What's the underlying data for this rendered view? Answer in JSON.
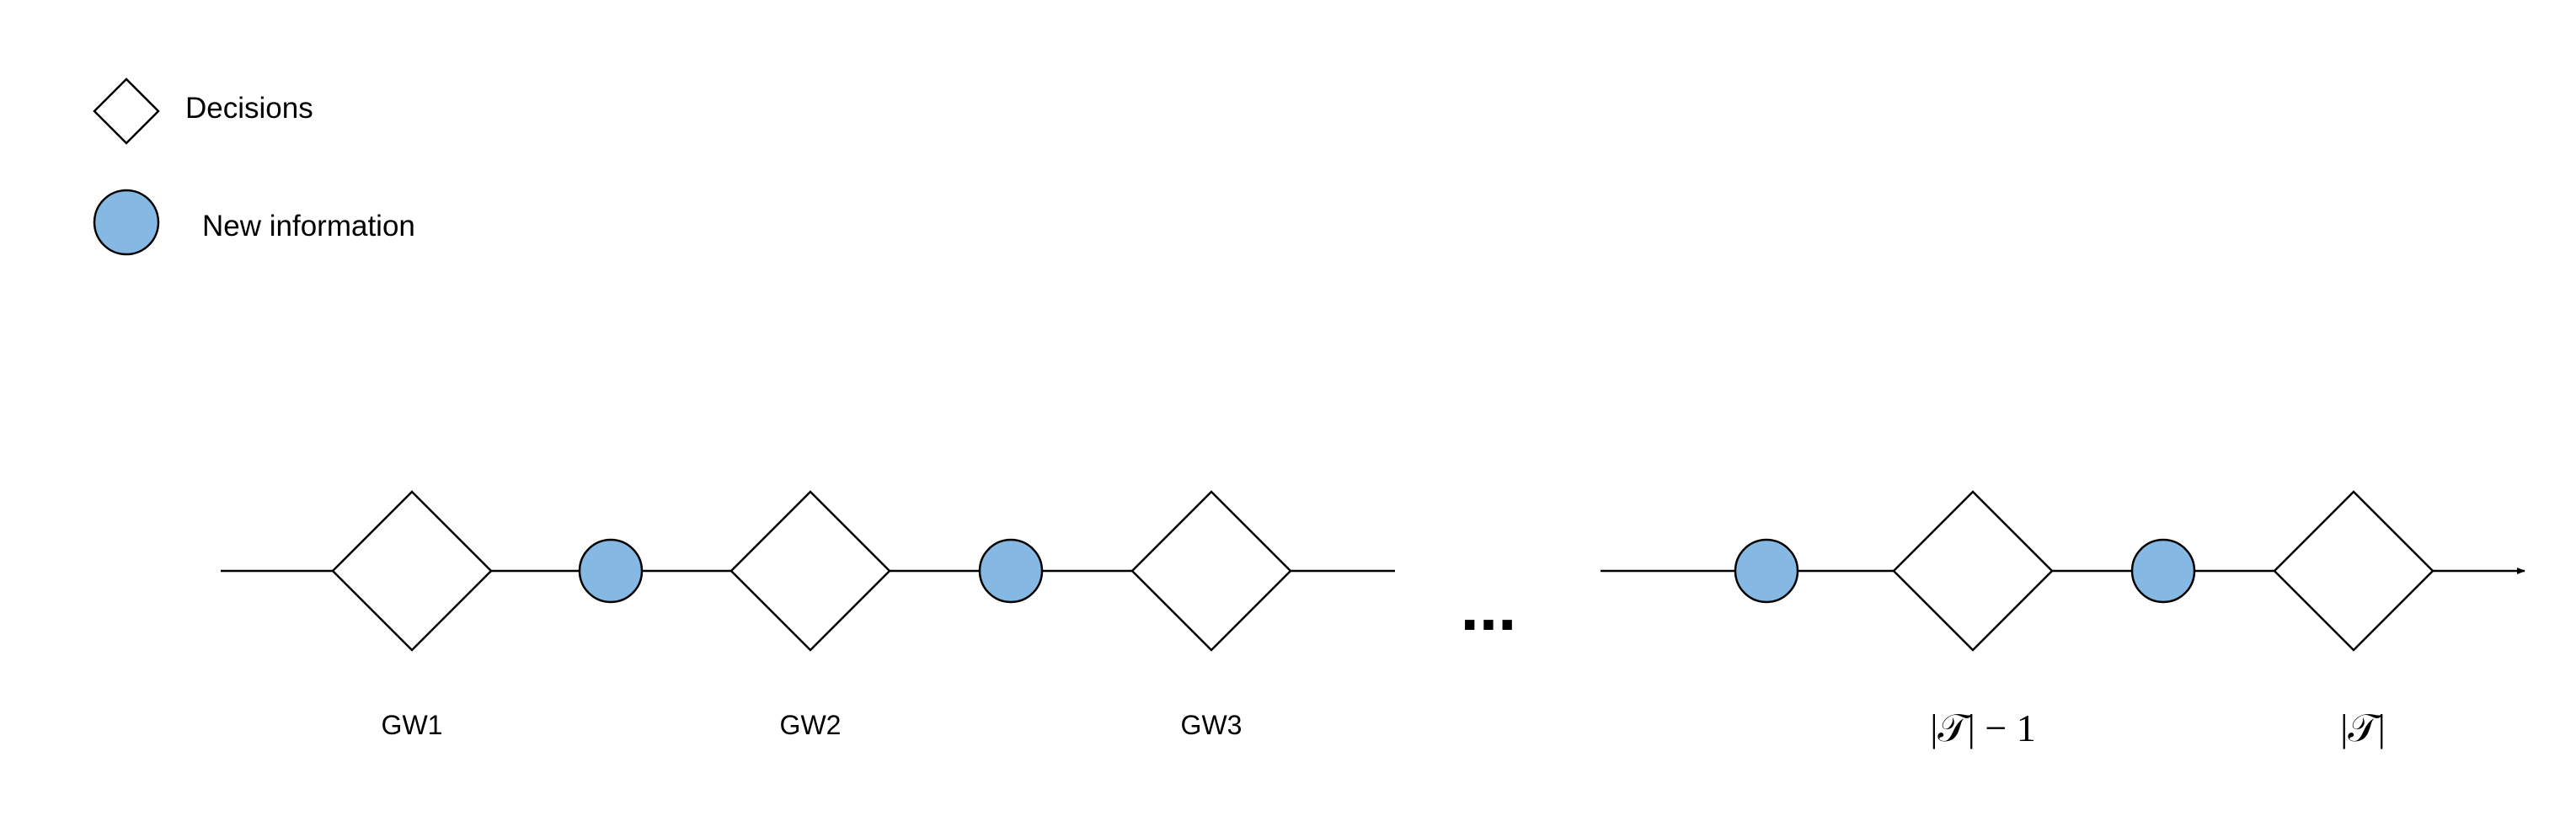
{
  "legend": {
    "decisions_label": "Decisions",
    "new_information_label": "New information"
  },
  "timeline": {
    "gameweek_labels": [
      "GW1",
      "GW2",
      "GW3"
    ],
    "ellipsis": "...",
    "end_labels": [
      "|𝒯| − 1",
      "|𝒯|"
    ]
  },
  "colors": {
    "info_node_fill": "#85b8e3",
    "stroke": "#000000",
    "background": "#ffffff"
  }
}
